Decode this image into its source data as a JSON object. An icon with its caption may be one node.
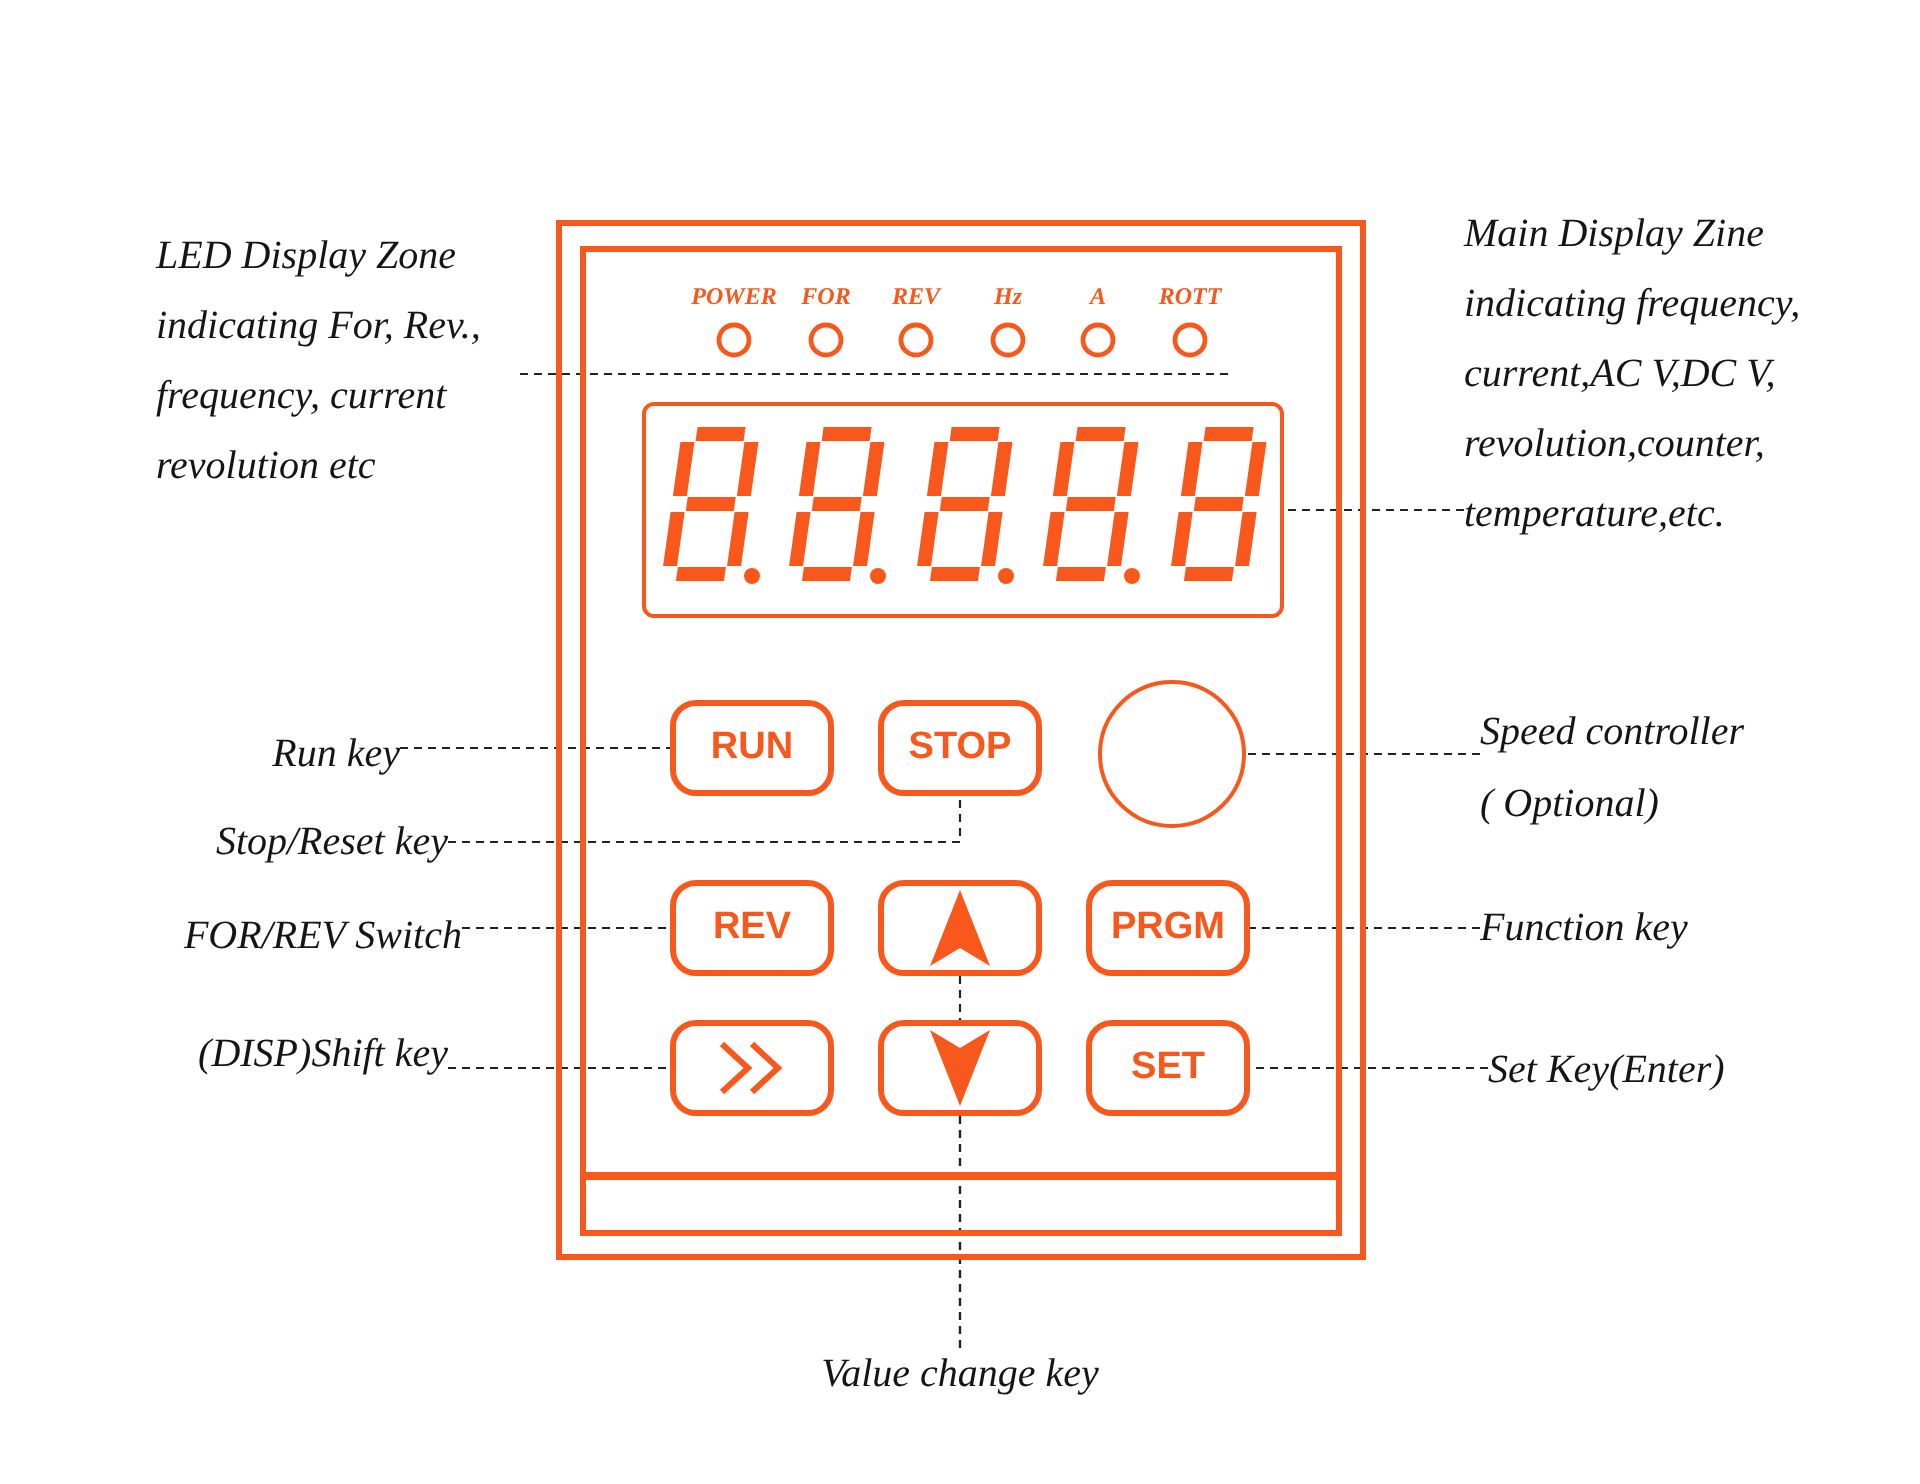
{
  "diagram": {
    "nodes": [
      {
        "text": [
          "LED Display Zone indicating For, Rev., frequency, current revolution etc"
        ]
      },
      {
        "text": [],
        "shape": "box"
      },
      {
        "text": [
          "POWER"
        ],
        "in": 1
      },
      {
        "text": [
          "FOR"
        ],
        "in": 1
      },
      {
        "text": [
          "REV"
        ],
        "in": 1
      },
      {
        "text": [
          "Hz"
        ],
        "in": 1
      },
      {
        "text": [
          "A"
        ],
        "in": 1
      },
      {
        "text": [
          "ROTT"
        ],
        "in": 1
      },
      {
        "text": [
          "Main Display Zine indicating frequency, current,AC V,DC V, revolution,counter, temperature,etc."
        ]
      },
      {
        "text": [],
        "shape": "box",
        "in": 1
      },
      {
        "text": [
          "Run key"
        ]
      },
      {
        "text": [
          "RUN"
        ],
        "in": 1
      },
      {
        "text": [
          "STOP"
        ],
        "in": 1
      },
      {
        "text": [],
        "shape": "circle",
        "in": 1
      },
      {
        "text": [
          "Speed controller ( Optional)"
        ]
      },
      {
        "text": [
          "Stop/Reset key"
        ]
      },
      {
        "text": [
          "FOR/REV Switch"
        ]
      },
      {
        "text": [
          "REV"
        ],
        "in": 1
      },
      {
        "text": [],
        "shape": "box",
        "in": 1
      },
      {
        "text": [
          "PRGM"
        ],
        "in": 1
      },
      {
        "text": [
          "Function key"
        ]
      },
      {
        "text": [
          "(DISP)Shift key"
        ]
      },
      {
        "text": [],
        "shape": "box",
        "in": 1
      },
      {
        "text": [],
        "shape": "box",
        "in": 1
      },
      {
        "text": [
          "SET"
        ],
        "in": 1
      },
      {
        "text": [
          "Set Key(Enter)"
        ]
      },
      {
        "text": [
          "Value change key"
        ]
      }
    ],
    "edges": [
      {
        "from": 0,
        "to": null,
        "arrow": "none"
      },
      {
        "from": 8,
        "to": 9,
        "arrow": "none"
      },
      {
        "from": 10,
        "to": 11,
        "arrow": "none"
      },
      {
        "from": 15,
        "to": 12,
        "arrow": "none"
      },
      {
        "from": 14,
        "to": 13,
        "arrow": "none"
      },
      {
        "from": 16,
        "to": 17,
        "arrow": "none"
      },
      {
        "from": 20,
        "to": 19,
        "arrow": "none"
      },
      {
        "from": 21,
        "to": 22,
        "arrow": "none"
      },
      {
        "from": 25,
        "to": 24,
        "arrow": "none"
      },
      {
        "from": 26,
        "to": 18,
        "arrow": "none"
      },
      {
        "from": 26,
        "to": 23,
        "arrow": "none"
      }
    ]
  }
}
